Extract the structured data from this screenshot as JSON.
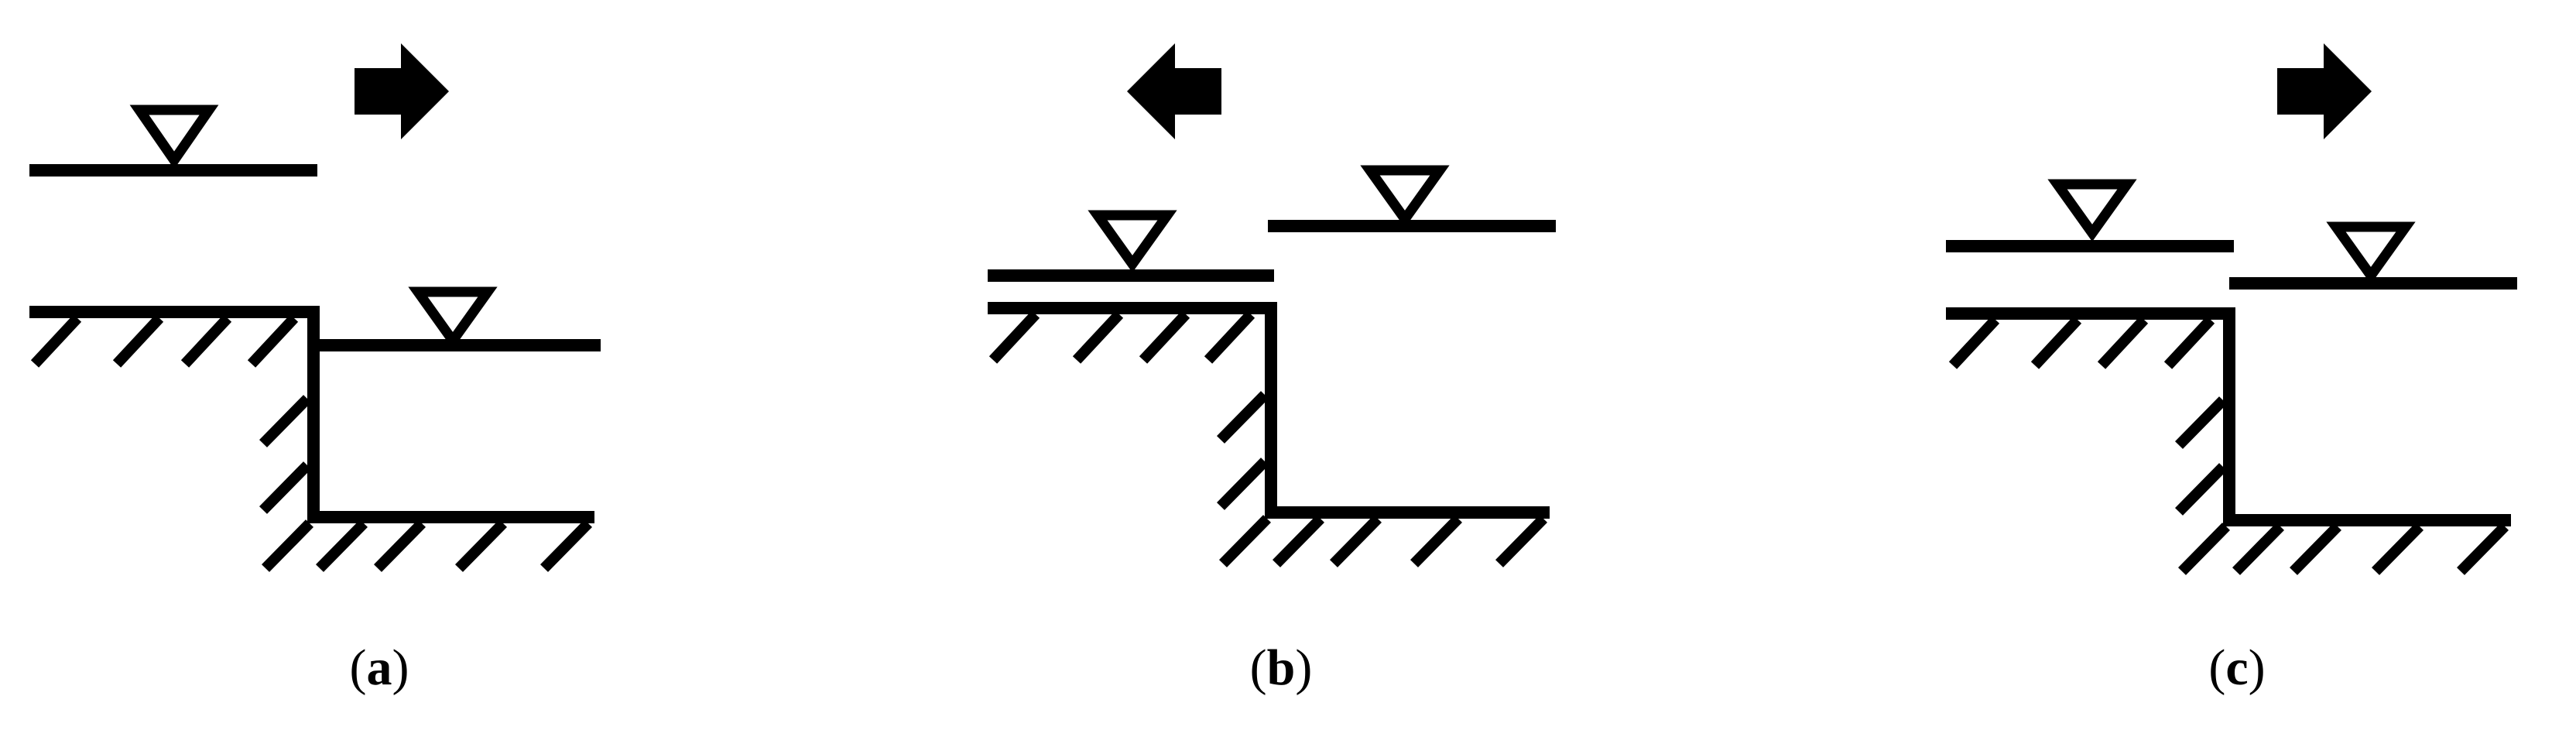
{
  "panels": [
    {
      "id": "a",
      "label": "a",
      "flow_direction": "right",
      "arrow_icon": "arrow-right-icon"
    },
    {
      "id": "b",
      "label": "b",
      "flow_direction": "left",
      "arrow_icon": "arrow-left-icon"
    },
    {
      "id": "c",
      "label": "c",
      "flow_direction": "right",
      "arrow_icon": "arrow-right-icon"
    }
  ],
  "colors": {
    "ink": "#000000",
    "background": "#ffffff"
  }
}
